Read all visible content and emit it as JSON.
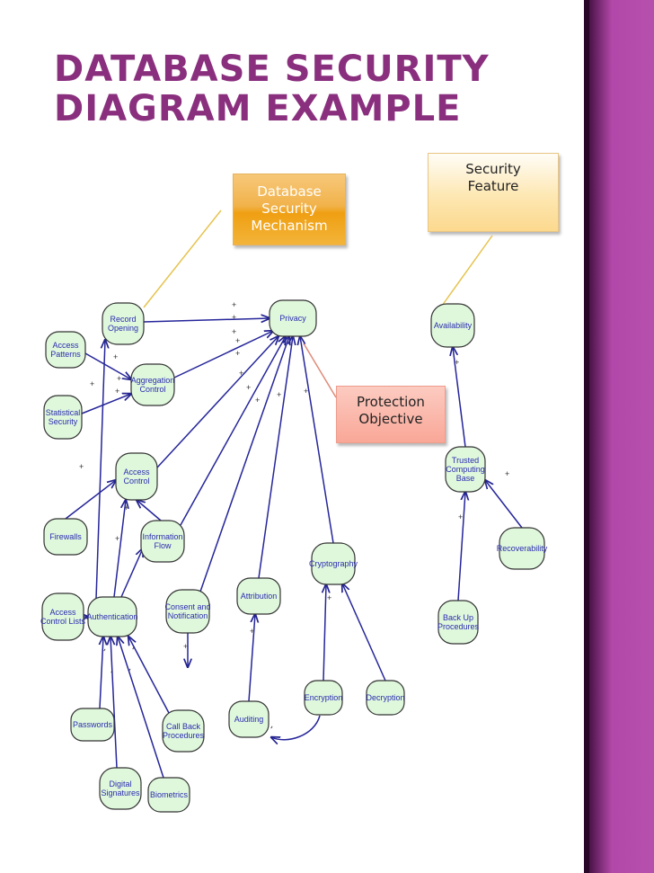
{
  "slide": {
    "title_line1": "Database Security",
    "title_line2": "Diagram Example",
    "accent_color": "#8a2f7e",
    "sidebar_color": "#b248a9"
  },
  "callouts": {
    "mechanism": [
      "Database",
      "Security",
      "Mechanism"
    ],
    "feature": [
      "Security",
      "Feature"
    ],
    "objective": [
      "Protection",
      "Objective"
    ]
  },
  "nodes": {
    "record_opening": [
      "Record",
      "Opening"
    ],
    "privacy": [
      "Privacy"
    ],
    "availability": [
      "Availability"
    ],
    "access_patterns": [
      "Access",
      "Patterns"
    ],
    "aggregation_control": [
      "Aggregation",
      "Control"
    ],
    "statistical_security": [
      "Statistical",
      "Security"
    ],
    "access_control": [
      "Access",
      "Control"
    ],
    "trusted_computing_base": [
      "Trusted",
      "Computing",
      "Base"
    ],
    "firewalls": [
      "Firewalls"
    ],
    "information_flow": [
      "Information",
      "Flow"
    ],
    "cryptography": [
      "Cryptography"
    ],
    "recoverability": [
      "Recoverability"
    ],
    "attribution": [
      "Attribution"
    ],
    "access_control_lists": [
      "Access",
      "Control Lists"
    ],
    "authentication": [
      "Authentication"
    ],
    "consent_notification": [
      "Consent and",
      "Notification"
    ],
    "back_up_procedures": [
      "Back Up",
      "Procedures"
    ],
    "auditing": [
      "Auditing"
    ],
    "encryption": [
      "Encryption"
    ],
    "decryption": [
      "Decryption"
    ],
    "passwords": [
      "Passwords"
    ],
    "call_back_procedures": [
      "Call Back",
      "Procedures"
    ],
    "digital_signatures": [
      "Digital",
      "Signatures"
    ],
    "biometrics": [
      "Biometrics"
    ]
  },
  "contribution_signs": {
    "positive": "+",
    "negative": "-"
  }
}
